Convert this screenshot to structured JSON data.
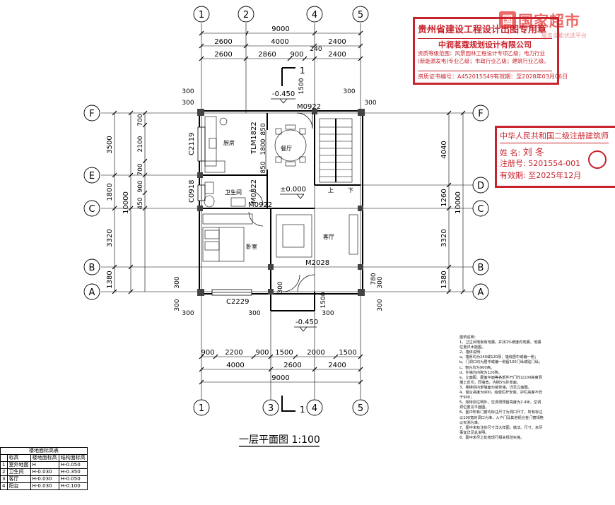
{
  "axes": {
    "top": [
      "1",
      "2",
      "4",
      "5"
    ],
    "bottom": [
      "1",
      "3",
      "4",
      "5"
    ],
    "left": [
      "F",
      "E",
      "C",
      "B",
      "A"
    ],
    "right": [
      "F",
      "D",
      "C",
      "B",
      "A"
    ]
  },
  "dims": {
    "top_total": "9000",
    "top_row1": [
      "2600",
      "4000",
      "2400"
    ],
    "top_row2": [
      "2600",
      "2860",
      "900",
      "2400"
    ],
    "top_small": "240",
    "bottom_row1": [
      "900",
      "2200",
      "900",
      "1500",
      "2000",
      "1500"
    ],
    "bottom_row2": [
      "4000",
      "2600",
      "2400"
    ],
    "bottom_total": "9000",
    "left_outer": [
      "3500",
      "1800",
      "3320",
      "1380"
    ],
    "left_inner": [
      "700",
      "2100",
      "700",
      "900",
      "450"
    ],
    "left_total": "10000",
    "right_outer": [
      "4040",
      "1260",
      "3320",
      "1380"
    ],
    "right_total": "10000",
    "wall_300": "300",
    "small_1500": "1500",
    "small_780": "780",
    "kitchen_850a": "850",
    "kitchen_850b": "850",
    "kitchen_1800": "1800"
  },
  "labels": {
    "kitchen": "厨房",
    "dining": "餐厅",
    "bath": "卫生间",
    "bedroom": "卧室",
    "living": "客厅",
    "up": "上",
    "down": "下",
    "door_top": "M0922",
    "door_dining": "TLM1822",
    "door_bath": "M0822",
    "door_bath2": "M0922",
    "door_main": "M2028",
    "win_kitchen": "C2119",
    "win_bath": "C0918",
    "win_bed": "C2229",
    "level_out_top": "-0.450",
    "level_in": "±0.000",
    "level_out_bottom": "-0.450",
    "section_no": "1",
    "section_mark": "1",
    "plan_title": "一层平面图 1:100"
  },
  "stamp_a": {
    "line1": "贵州省建设工程设计出图专用章",
    "line2": "中润茗蔻规划设计有限公司",
    "line3a": "资质等级范围：风景园林工程设计专项乙级；电力行业",
    "line3b": "(新能源发电)专业乙级；市政行业乙级；建筑行业乙级。",
    "line4": "资质证书编号：A452015549有效期：至2028年03月06日"
  },
  "stamp_b": {
    "title": "中华人民共和国二级注册建筑师",
    "name_label": "姓  名:",
    "name": "刘冬",
    "reg": "注册号: 5201554-001",
    "valid": "有效期: 至2025年12月"
  },
  "watermark": {
    "logo": "国",
    "title": "国家超市",
    "sub": "服务全能优选平台"
  },
  "notes": [
    "建筑说明：",
    "1、卫生间地板有地漏，并找1%坡度向地漏，地漏位置详水施图。",
    "2、墙体说明：",
    "a、墙厚均为240或120厚，墙线居中或偏一侧；",
    "b、门洞口均为居中或偏一侧留100门垛或贴门垛；",
    "c、窗台均为900高。",
    "d、外墙均内砌为120砖。",
    "e、立面图、屋面平面等各部件开门均以100高度混凝土反坎，同墙宽，内砌5%砂浆面。",
    "3、楼梯间内部墙面为装饰墙，详见立面图。",
    "4、窗台高度为900，给窗栏杆安装，护栏高度不低于900；",
    "5、除特别注明外，空调洞预留高度为2.4米，空调洞位置见平面图。",
    "6、图中所有门窗均标注尺寸为洞口尺寸，所有标注以100宽的洞口为准，入户门及其他铝合金门窗规格以实测为准。",
    "7、图中未标注的尺寸详大样图，做法、尺寸、未尽事宜详见总说明。",
    "8、图中未尽之处按现行相关规范实施。"
  ],
  "legend": {
    "header": "楼地面标高表",
    "cols": [
      "",
      "标高",
      "楼地面标高",
      "结构面标高"
    ],
    "rows": [
      [
        "1",
        "室外地面",
        "H",
        "H-0.050"
      ],
      [
        "2",
        "卫生间",
        "H-0.030",
        "H-0.350"
      ],
      [
        "3",
        "客厅",
        "H-0.030",
        "H-0.050"
      ],
      [
        "4",
        "阳台",
        "H-0.030",
        "H-0.100"
      ]
    ]
  },
  "colors": {
    "stamp_red": "#c8232c",
    "line": "#000000",
    "wall_fill": "#444444"
  }
}
